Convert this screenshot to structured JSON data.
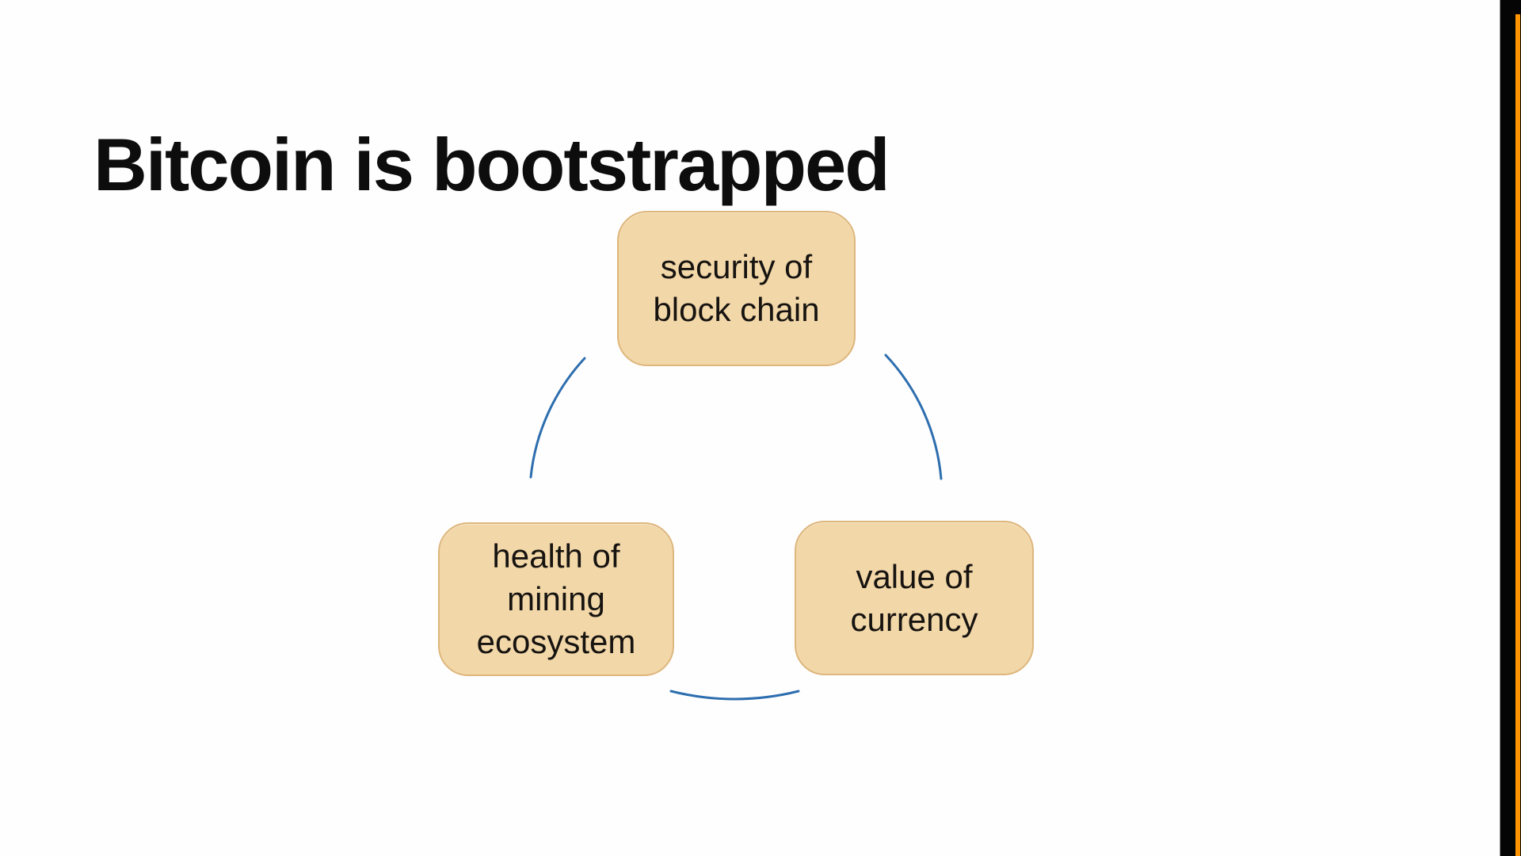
{
  "slide": {
    "title": "Bitcoin is bootstrapped",
    "background_color": "#ffffff",
    "title_color": "#0d0d0d"
  },
  "diagram": {
    "type": "cycle",
    "connector_color": "#2d6eaf",
    "node_fill_color": "#f2d7a8",
    "node_border_color": "#ddb67d",
    "node_text_color": "#161310",
    "nodes": [
      {
        "id": "security-of-block-chain",
        "text": "security of block chain",
        "lines": [
          "security of",
          "block chain"
        ]
      },
      {
        "id": "health-of-mining-ecosystem",
        "text": "health of mining ecosystem",
        "lines": [
          "health of",
          "mining",
          "ecosystem"
        ]
      },
      {
        "id": "value-of-currency",
        "text": "value of currency",
        "lines": [
          "value of",
          "currency"
        ]
      }
    ]
  },
  "scrollbar": {
    "track_color": "#050505",
    "thumb_color": "#ff9500"
  }
}
